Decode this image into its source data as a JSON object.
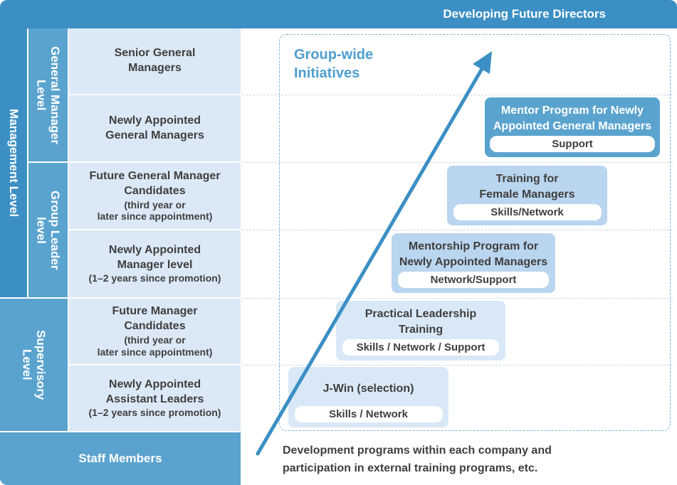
{
  "header": {
    "title": "Developing Future Directors"
  },
  "columns": {
    "management_level": "Management Level",
    "general_manager_level": "General Manager Level",
    "group_leader_level": "Group Leader level",
    "supervisory_level": "Supervisory Level"
  },
  "levels": [
    {
      "main": "Senior General\nManagers",
      "sub": ""
    },
    {
      "main": "Newly Appointed\nGeneral Managers",
      "sub": ""
    },
    {
      "main": "Future General Manager\nCandidates",
      "sub": "(third year or\nlater since appointment)"
    },
    {
      "main": "Newly Appointed\nManager level",
      "sub": "(1–2 years since promotion)"
    },
    {
      "main": "Future Manager\nCandidates",
      "sub": "(third year or\nlater since appointment)"
    },
    {
      "main": "Newly Appointed\nAssistant Leaders",
      "sub": "(1–2 years since promotion)"
    }
  ],
  "staff": {
    "label": "Staff Members"
  },
  "group_wide": {
    "title": "Group-wide\nInitiatives"
  },
  "programs": [
    {
      "title": "J-Win (selection)",
      "tag": "Skills / Network"
    },
    {
      "title": "Practical Leadership\nTraining",
      "tag": "Skills / Network / Support"
    },
    {
      "title": "Mentorship Program for\nNewly Appointed Managers",
      "tag": "Network/Support"
    },
    {
      "title": "Training for\nFemale Managers",
      "tag": "Skills/Network"
    },
    {
      "title": "Mentor Program for Newly\nAppointed General Managers",
      "tag": "Support"
    }
  ],
  "note": "Development programs within each company and\nparticipation in external training programs, etc.",
  "colors": {
    "dark_blue": "#3b8fc4",
    "mid_blue": "#5aa3cf",
    "light_blue": "#dbe9f6",
    "arrow": "#3b8fc4"
  }
}
